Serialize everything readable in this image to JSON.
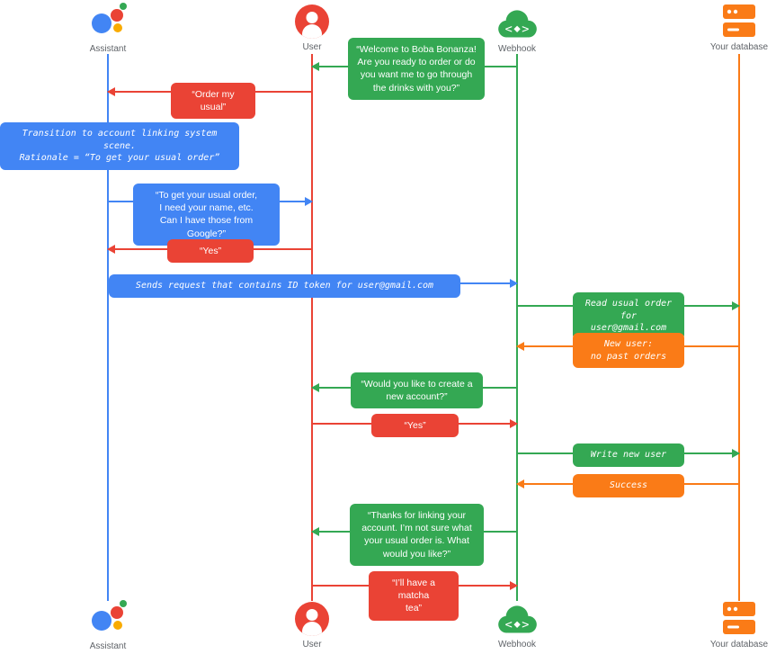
{
  "actors": {
    "assistant": {
      "label": "Assistant"
    },
    "user": {
      "label": "User"
    },
    "webhook": {
      "label": "Webhook"
    },
    "database": {
      "label": "Your database"
    }
  },
  "colors": {
    "blue": "#4285F4",
    "red": "#EA4335",
    "green": "#34A853",
    "orange": "#FA7B17",
    "label_gray": "#5F6368"
  },
  "messages": [
    {
      "id": "welcome",
      "from": "webhook",
      "to": "user",
      "color": "green",
      "style": "speech",
      "text": "“Welcome to Boba Bonanza!\nAre you ready to order or do\nyou want me to go through\nthe drinks with you?”"
    },
    {
      "id": "order-my-usual",
      "from": "user",
      "to": "assistant",
      "color": "red",
      "style": "speech",
      "text": "“Order my usual”"
    },
    {
      "id": "transition-note",
      "from": "assistant",
      "to": "assistant",
      "color": "blue",
      "style": "system",
      "text": "Transition to account linking system scene.\nRationale = “To get your usual order”"
    },
    {
      "id": "ask-for-details",
      "from": "assistant",
      "to": "user",
      "color": "blue",
      "style": "speech",
      "text": "“To get your usual order,\nI need your name, etc.\nCan I have those from Google?”"
    },
    {
      "id": "yes-1",
      "from": "user",
      "to": "assistant",
      "color": "red",
      "style": "speech",
      "text": "“Yes”"
    },
    {
      "id": "send-id-token",
      "from": "assistant",
      "to": "webhook",
      "color": "blue",
      "style": "system",
      "text": "Sends request that contains ID token for user@gmail.com"
    },
    {
      "id": "read-usual-order",
      "from": "webhook",
      "to": "database",
      "color": "green",
      "style": "system",
      "text": "Read usual order\nfor user@gmail.com"
    },
    {
      "id": "new-user",
      "from": "database",
      "to": "webhook",
      "color": "orange",
      "style": "system",
      "text": "New user:\nno past orders"
    },
    {
      "id": "create-account",
      "from": "webhook",
      "to": "user",
      "color": "green",
      "style": "speech",
      "text": "“Would you like to create a\nnew account?”"
    },
    {
      "id": "yes-2",
      "from": "user",
      "to": "webhook",
      "color": "red",
      "style": "speech",
      "text": "“Yes”"
    },
    {
      "id": "write-new-user",
      "from": "webhook",
      "to": "database",
      "color": "green",
      "style": "system",
      "text": "Write new user"
    },
    {
      "id": "success",
      "from": "database",
      "to": "webhook",
      "color": "orange",
      "style": "system",
      "text": "Success"
    },
    {
      "id": "thanks-linking",
      "from": "webhook",
      "to": "user",
      "color": "green",
      "style": "speech",
      "text": "“Thanks for linking your\naccount. I’m not sure what\nyour usual order is. What\nwould you like?”"
    },
    {
      "id": "matcha-tea",
      "from": "user",
      "to": "webhook",
      "color": "red",
      "style": "speech",
      "text": "“I’ll have a matcha\ntea”"
    }
  ]
}
